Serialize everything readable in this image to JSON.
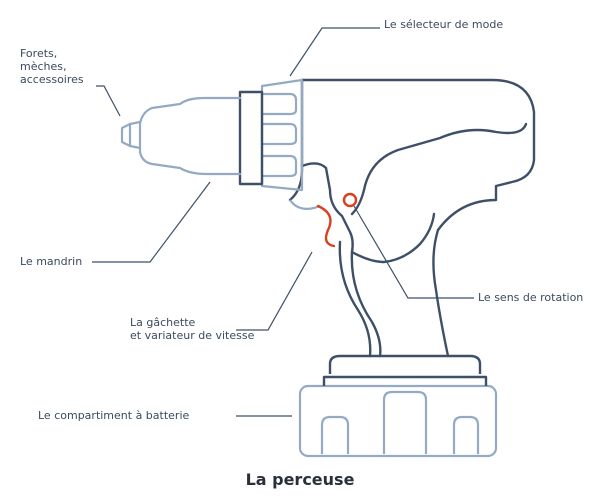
{
  "title": "La perceuse",
  "labels": {
    "forets": [
      "Forets,",
      "mèches,",
      "accessoires"
    ],
    "selecteur": "Le sélecteur de mode",
    "mandrin": "Le mandrin",
    "rotation": "Le sens de rotation",
    "gachette": [
      "La gâchette",
      "et variateur de vitesse"
    ],
    "batterie": "Le compartiment à batterie"
  },
  "colors": {
    "dark_outline": "#3e5068",
    "light_outline": "#93aac2",
    "highlight": "#d9401e",
    "text": "#3b4a5e",
    "leader": "#3e5068"
  }
}
